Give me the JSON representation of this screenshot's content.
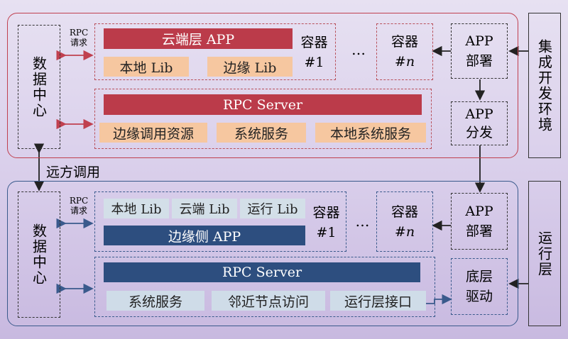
{
  "top": {
    "data_center": "数据中心",
    "rpc_request": [
      "RPC",
      "请求"
    ],
    "app_bar": "云端层 APP",
    "container1_libs": [
      "本地 Lib",
      "边缘 Lib"
    ],
    "container1_label": [
      "容器",
      "#1"
    ],
    "ellipsis": "…",
    "containern_label": [
      "容器",
      "#n"
    ],
    "app_deploy": [
      "APP",
      "部署"
    ],
    "app_distribute": [
      "APP",
      "分发"
    ],
    "rpc_server": "RPC Server",
    "services": [
      "边缘调用资源",
      "系统服务",
      "本地系统服务"
    ],
    "side_label": "集成开发环境"
  },
  "middle": {
    "remote_call": "远方调用"
  },
  "bottom": {
    "data_center": "数据中心",
    "rpc_request": [
      "RPC",
      "请求"
    ],
    "container1_libs": [
      "本地 Lib",
      "云端 Lib",
      "运行 Lib"
    ],
    "app_bar": "边缘侧 APP",
    "container1_label": [
      "容器",
      "#1"
    ],
    "ellipsis": "…",
    "containern_label": [
      "容器",
      "#n"
    ],
    "app_deploy": [
      "APP",
      "部署"
    ],
    "rpc_server": "RPC Server",
    "services": [
      "系统服务",
      "邻近节点访问",
      "运行层接口"
    ],
    "driver": [
      "底层",
      "驱动"
    ],
    "side_label": "运行层"
  },
  "colors": {
    "top_border": "#c0404f",
    "bottom_border": "#3a5a8c"
  }
}
